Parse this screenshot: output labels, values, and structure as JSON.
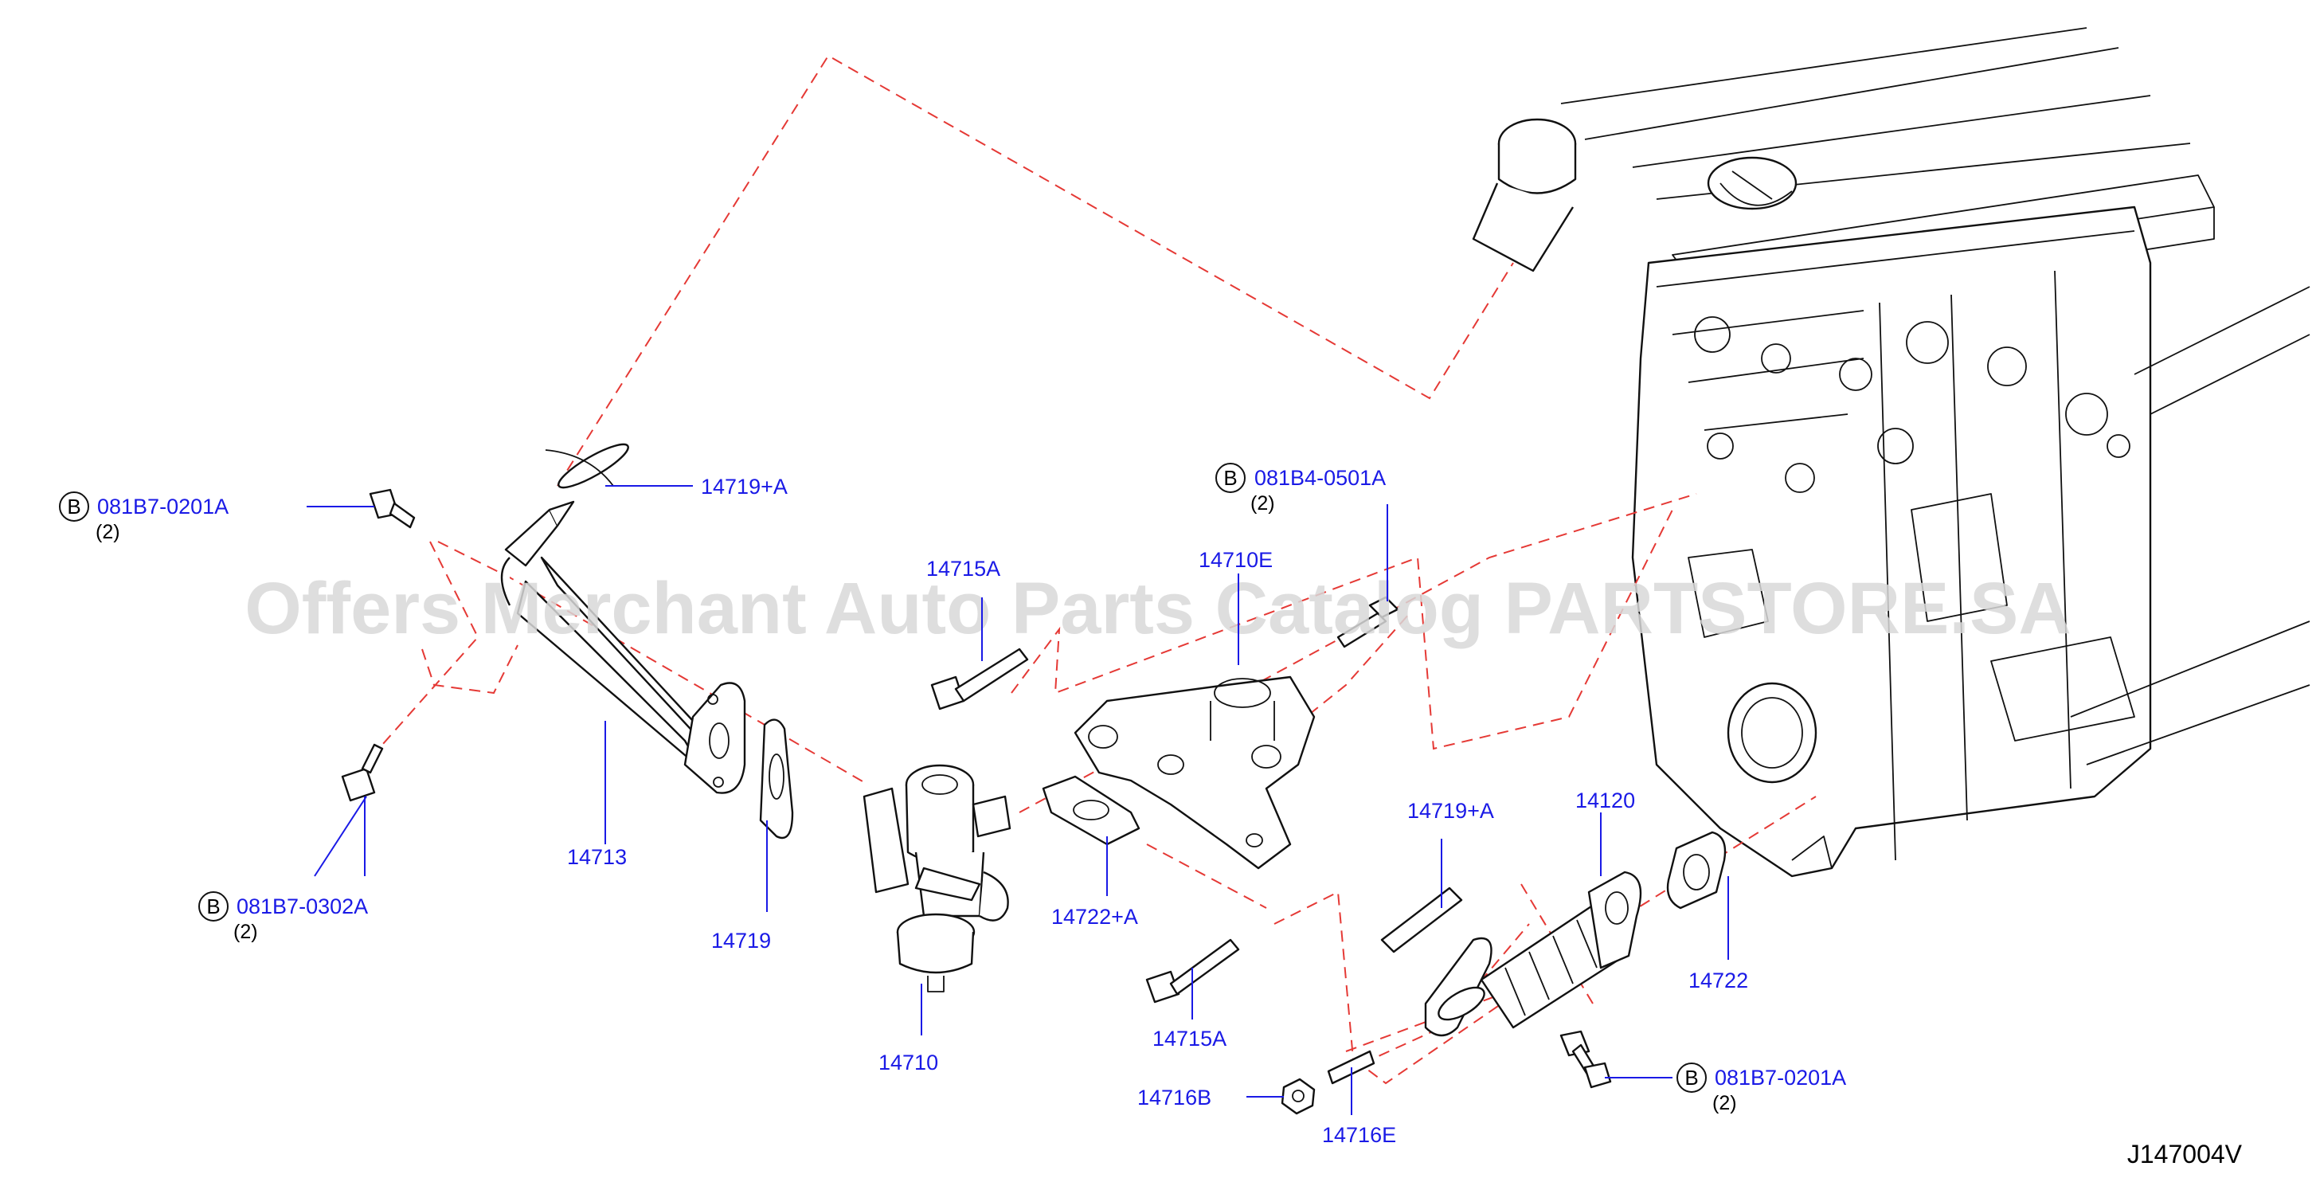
{
  "watermark": "Offers Merchant Auto Parts Catalog PARTSTORE.SA",
  "diagram_code": "J147004V",
  "part_labels": {
    "p14719_a_top": "14719+A",
    "p14713": "14713",
    "p14719": "14719",
    "p14715a_top": "14715A",
    "p14710e": "14710E",
    "p14710": "14710",
    "p14722_a": "14722+A",
    "p14715a_bottom": "14715A",
    "p14719_a_right": "14719+A",
    "p14120": "14120",
    "p14722": "14722",
    "p14716b": "14716B",
    "p14716e": "14716E"
  },
  "bolt_refs": [
    {
      "badge": "B",
      "code": "081B7-0201A",
      "qty": "(2)"
    },
    {
      "badge": "B",
      "code": "081B7-0302A",
      "qty": "(2)"
    },
    {
      "badge": "B",
      "code": "081B4-0501A",
      "qty": "(2)"
    },
    {
      "badge": "B",
      "code": "081B7-0201A",
      "qty": "(2)"
    }
  ],
  "colors": {
    "label": "#1a1ae6",
    "dash": "#e53935",
    "line": "#111111",
    "watermark": "#d8d8d8"
  }
}
